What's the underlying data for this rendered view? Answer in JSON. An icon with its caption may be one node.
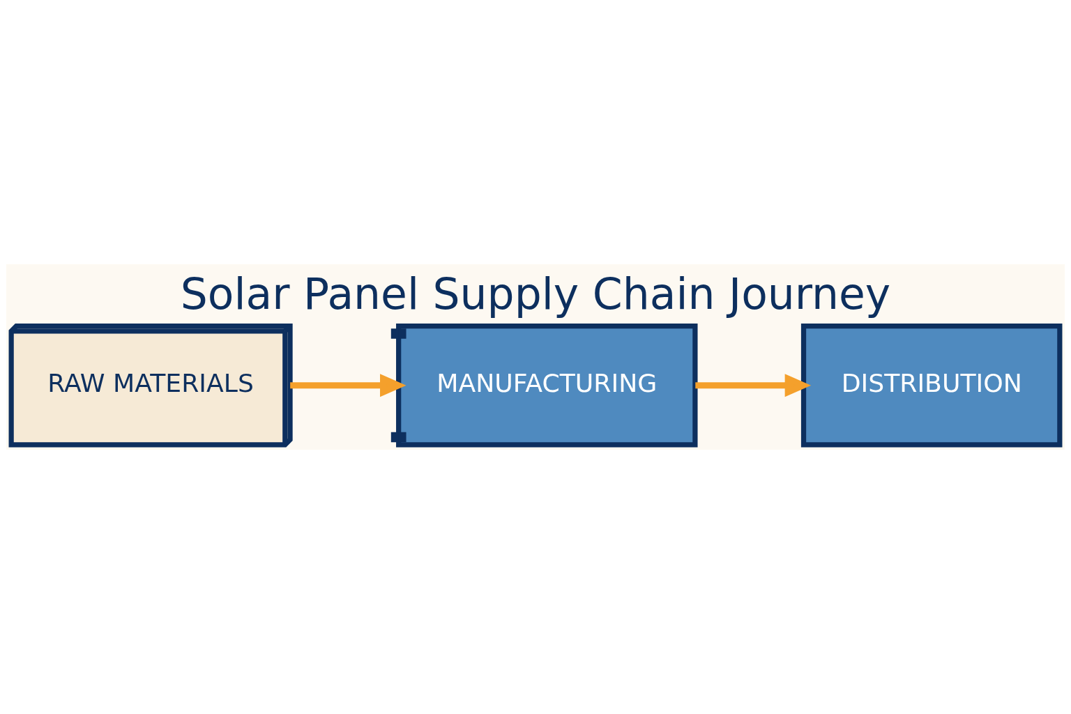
{
  "diagram": {
    "title": "Solar Panel Supply Chain Journey",
    "nodes": [
      {
        "text": [
          "RAW MATERIALS"
        ]
      },
      {
        "text": [
          "MANUFACTURING"
        ]
      },
      {
        "text": [
          "DISTRIBUTION"
        ]
      }
    ],
    "edges": [
      {
        "from": 0,
        "to": 1,
        "arrow": "to"
      },
      {
        "from": 1,
        "to": 2,
        "arrow": "to"
      }
    ]
  }
}
